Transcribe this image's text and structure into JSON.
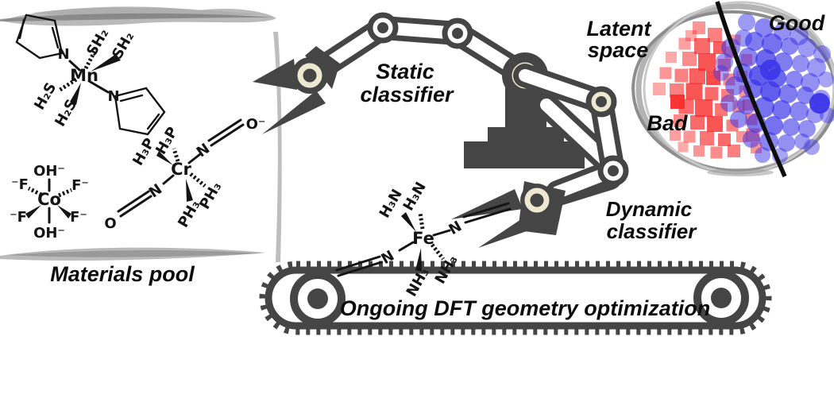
{
  "figure": {
    "materials_pool": {
      "label": "Materials pool",
      "molecules": {
        "mn": {
          "metal": "Mn",
          "sh2_top": "SH₂",
          "sh2_right": "SH₂",
          "h2s_left": "H₂S",
          "h2s_bottom": "H₂S",
          "n_left": "N",
          "n_right": "N"
        },
        "co": {
          "metal": "Co",
          "oh_top": "OH⁻",
          "oh_bottom": "OH⁻",
          "f_top_left": "⁻F",
          "f_top_right": "F⁻",
          "f_bottom_left": "⁻F",
          "f_bottom_right": "F⁻"
        },
        "cr": {
          "metal": "Cr",
          "h3p_top": "H₃P",
          "h3p_left": "H₃P",
          "ph3_right": "PH₃",
          "ph3_bottom": "PH₃",
          "n_upper": "N",
          "n_lower": "N",
          "o_upper": "O⁻",
          "o_lower": "O"
        }
      }
    },
    "robot": {
      "static_label_1": "Static",
      "static_label_2": "classifier",
      "dynamic_label_1": "Dynamic",
      "dynamic_label_2": "classifier"
    },
    "latent_space": {
      "label_1": "Latent",
      "label_2": "space",
      "good_label": "Good",
      "bad_label": "Bad",
      "bad_color": "#f92b2b",
      "good_color": "#3b35e8",
      "bad_points": [
        [
          880,
          35,
          16,
          0.5
        ],
        [
          900,
          44,
          18,
          0.6
        ],
        [
          862,
          55,
          15,
          0.45
        ],
        [
          884,
          58,
          20,
          0.7
        ],
        [
          906,
          60,
          16,
          0.75
        ],
        [
          920,
          66,
          15,
          0.5
        ],
        [
          870,
          45,
          14,
          0.4
        ],
        [
          926,
          50,
          13,
          0.45
        ],
        [
          845,
          72,
          14,
          0.4
        ],
        [
          868,
          74,
          18,
          0.55
        ],
        [
          890,
          78,
          22,
          0.8
        ],
        [
          912,
          82,
          16,
          0.6
        ],
        [
          940,
          75,
          14,
          0.5
        ],
        [
          838,
          92,
          15,
          0.5
        ],
        [
          858,
          95,
          17,
          0.6
        ],
        [
          878,
          96,
          20,
          0.75
        ],
        [
          898,
          98,
          18,
          0.85
        ],
        [
          918,
          100,
          15,
          0.55
        ],
        [
          934,
          96,
          14,
          0.45
        ],
        [
          830,
          112,
          16,
          0.4
        ],
        [
          852,
          114,
          18,
          0.6
        ],
        [
          874,
          115,
          21,
          0.8
        ],
        [
          896,
          118,
          17,
          0.7
        ],
        [
          916,
          120,
          16,
          0.6
        ],
        [
          938,
          115,
          15,
          0.5
        ],
        [
          853,
          128,
          18,
          0.95
        ],
        [
          864,
          134,
          19,
          0.7
        ],
        [
          886,
          136,
          22,
          0.8
        ],
        [
          908,
          138,
          16,
          0.65
        ],
        [
          930,
          134,
          15,
          0.5
        ],
        [
          856,
          152,
          16,
          0.55
        ],
        [
          878,
          154,
          18,
          0.7
        ],
        [
          900,
          156,
          20,
          0.8
        ],
        [
          922,
          158,
          15,
          0.6
        ],
        [
          946,
          150,
          15,
          0.6
        ],
        [
          850,
          170,
          14,
          0.45
        ],
        [
          868,
          172,
          15,
          0.5
        ],
        [
          890,
          174,
          18,
          0.65
        ],
        [
          912,
          176,
          16,
          0.7
        ],
        [
          934,
          172,
          14,
          0.5
        ],
        [
          948,
          170,
          17,
          0.6
        ],
        [
          860,
          185,
          13,
          0.4
        ],
        [
          880,
          190,
          14,
          0.5
        ],
        [
          902,
          192,
          15,
          0.55
        ],
        [
          924,
          190,
          16,
          0.6
        ],
        [
          952,
          186,
          14,
          0.5
        ],
        [
          942,
          132,
          14,
          0.55
        ]
      ],
      "good_points": [
        [
          940,
          28,
          11,
          0.5
        ],
        [
          962,
          35,
          12,
          0.6
        ],
        [
          985,
          40,
          11,
          0.55
        ],
        [
          1006,
          45,
          12,
          0.5
        ],
        [
          936,
          48,
          11,
          0.5
        ],
        [
          950,
          52,
          12,
          0.65
        ],
        [
          972,
          55,
          13,
          0.7
        ],
        [
          994,
          58,
          11,
          0.6
        ],
        [
          1016,
          60,
          12,
          0.5
        ],
        [
          1035,
          68,
          11,
          0.45
        ],
        [
          920,
          60,
          12,
          0.55
        ],
        [
          942,
          72,
          12,
          0.6
        ],
        [
          964,
          75,
          13,
          0.75
        ],
        [
          986,
          78,
          12,
          0.65
        ],
        [
          1008,
          80,
          11,
          0.55
        ],
        [
          1028,
          85,
          12,
          0.5
        ],
        [
          912,
          78,
          11,
          0.5
        ],
        [
          908,
          92,
          10,
          0.45
        ],
        [
          935,
          92,
          12,
          0.65
        ],
        [
          956,
          95,
          13,
          0.8
        ],
        [
          970,
          88,
          13,
          0.9
        ],
        [
          978,
          98,
          12,
          0.75
        ],
        [
          1000,
          100,
          11,
          0.6
        ],
        [
          1020,
          104,
          12,
          0.55
        ],
        [
          1040,
          100,
          10,
          0.45
        ],
        [
          925,
          108,
          12,
          0.55
        ],
        [
          948,
          112,
          12,
          0.7
        ],
        [
          970,
          115,
          13,
          0.8
        ],
        [
          992,
          118,
          12,
          0.65
        ],
        [
          1014,
          120,
          11,
          0.6
        ],
        [
          1034,
          124,
          11,
          0.5
        ],
        [
          918,
          130,
          11,
          0.5
        ],
        [
          940,
          132,
          12,
          0.6
        ],
        [
          962,
          135,
          13,
          0.7
        ],
        [
          984,
          138,
          12,
          0.7
        ],
        [
          1006,
          140,
          12,
          0.6
        ],
        [
          1026,
          144,
          11,
          0.5
        ],
        [
          1032,
          130,
          13,
          0.95
        ],
        [
          930,
          150,
          11,
          0.55
        ],
        [
          952,
          155,
          12,
          0.65
        ],
        [
          974,
          158,
          12,
          0.7
        ],
        [
          996,
          160,
          11,
          0.6
        ],
        [
          1016,
          162,
          11,
          0.55
        ],
        [
          1042,
          145,
          10,
          0.45
        ],
        [
          946,
          175,
          11,
          0.55
        ],
        [
          968,
          178,
          12,
          0.6
        ],
        [
          990,
          180,
          11,
          0.55
        ],
        [
          1010,
          178,
          10,
          0.5
        ],
        [
          1022,
          185,
          10,
          0.45
        ],
        [
          960,
          195,
          10,
          0.5
        ],
        [
          982,
          196,
          10,
          0.45
        ]
      ]
    },
    "conveyor": {
      "label": "Ongoing DFT geometry optimization",
      "molecule_fe": {
        "metal": "Fe",
        "h3n_left": "H₃N",
        "h3n_top": "H₃N",
        "nh3_right": "NH₃",
        "nh3_bottom": "NH₃",
        "n_left": "N",
        "n_right": "N"
      }
    },
    "colors": {
      "robot_dark": "#454545",
      "joint_cream": "#efe8d0",
      "brush_gray": "#a3a3a3"
    }
  }
}
